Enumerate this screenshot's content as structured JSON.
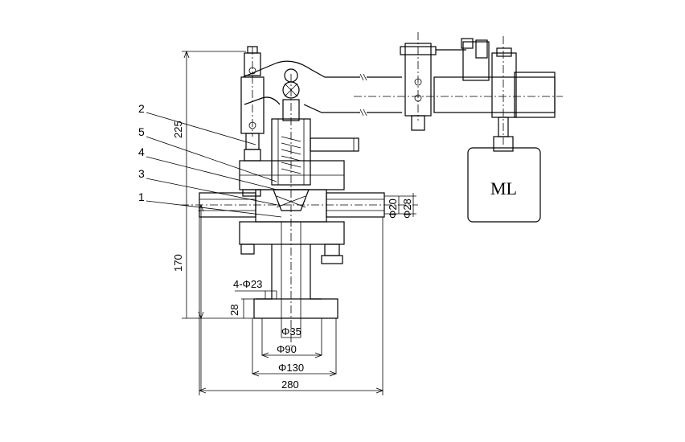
{
  "part_labels": [
    "2",
    "5",
    "4",
    "3",
    "1"
  ],
  "dimensions": {
    "overall_height": "225",
    "lower_height": "170",
    "flange_thickness": "28",
    "bolt_holes": "4-Φ23",
    "bore": "Φ35",
    "raised_face": "Φ90",
    "flange_od": "Φ130",
    "overall_width": "280",
    "outlet_bore": "Φ20",
    "outlet_od": "Φ28"
  },
  "weight_label": "ML"
}
